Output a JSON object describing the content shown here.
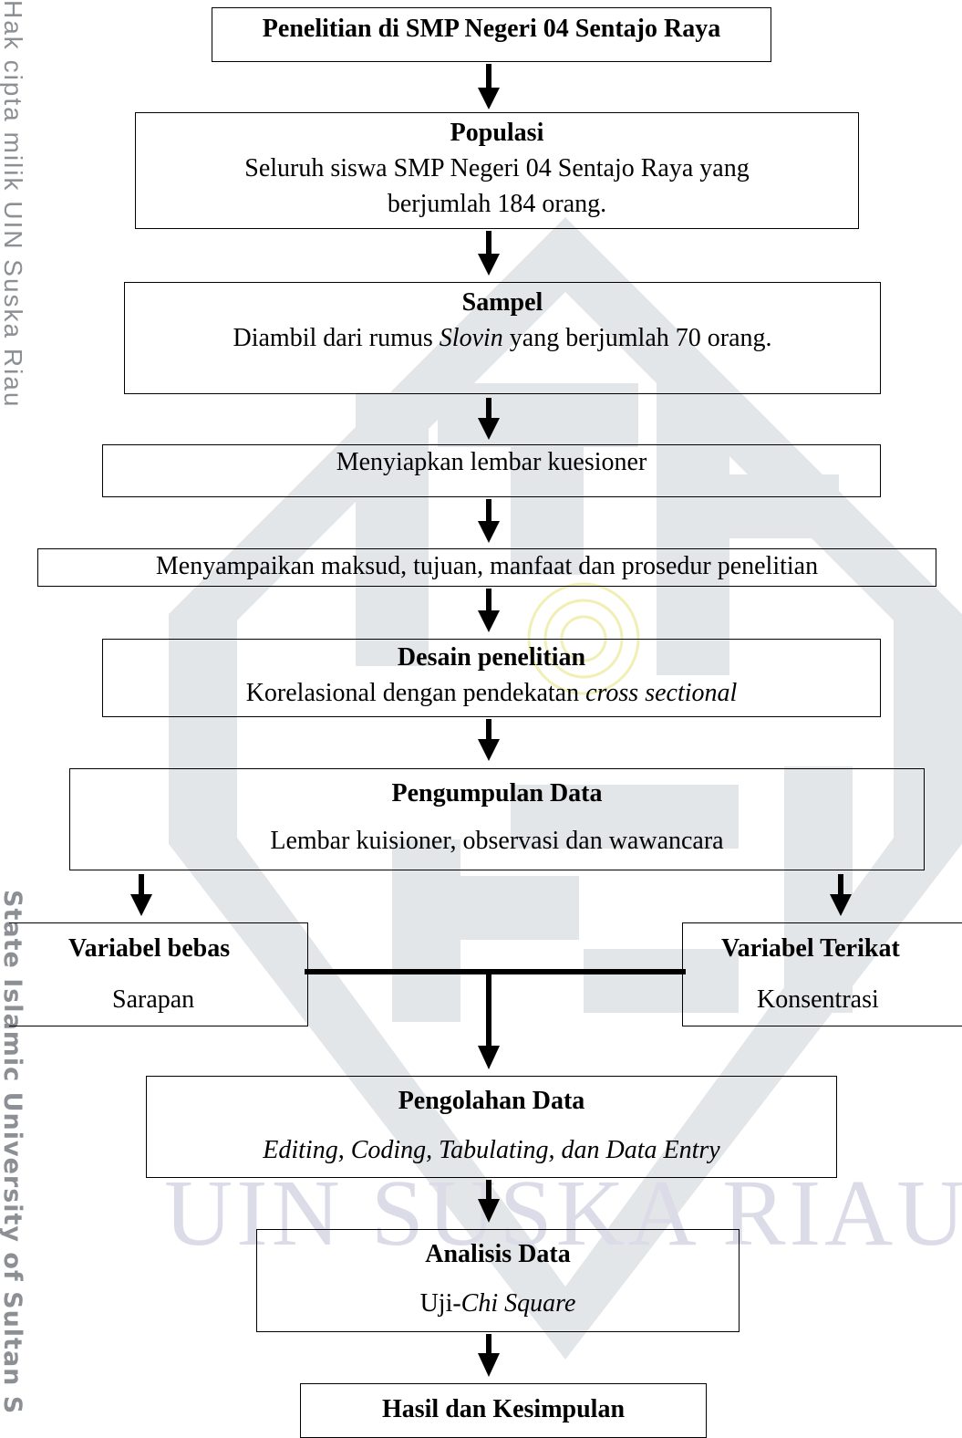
{
  "watermark": {
    "text": "UIN SUSKA RIAU",
    "side_top": "Hak cipta milik UIN Suska Riau",
    "side_bottom": "State Islamic University of Sultan S"
  },
  "steps": {
    "penelitian": {
      "title": "Penelitian di SMP Negeri 04 Sentajo Raya"
    },
    "populasi": {
      "title": "Populasi",
      "line1": "Seluruh siswa SMP Negeri 04 Sentajo Raya yang",
      "line2": "berjumlah 184 orang."
    },
    "sampel": {
      "title": "Sampel",
      "pre": "Diambil dari rumus ",
      "em": "Slovin",
      "post": " yang berjumlah 70 orang."
    },
    "kuesioner": {
      "body": "Menyiapkan lembar kuesioner"
    },
    "maksud": {
      "body": "Menyampaikan maksud, tujuan, manfaat dan prosedur penelitian"
    },
    "desain": {
      "title": "Desain penelitian",
      "pre": "Korelasional dengan pendekatan ",
      "em": "cross sectional"
    },
    "pengumpulan": {
      "title": "Pengumpulan Data",
      "body": "Lembar kuisioner, observasi dan wawancara"
    },
    "variabel_bebas": {
      "title": "Variabel bebas",
      "body": "Sarapan"
    },
    "variabel_terikat": {
      "title": "Variabel Terikat",
      "body": "Konsentrasi"
    },
    "pengolahan": {
      "title": "Pengolahan Data",
      "body": "Editing, Coding, Tabulating, dan Data Entry"
    },
    "analisis": {
      "title": "Analisis Data",
      "pre": "Uji-",
      "em": "Chi Square"
    },
    "hasil": {
      "title": "Hasil dan Kesimpulan"
    }
  }
}
